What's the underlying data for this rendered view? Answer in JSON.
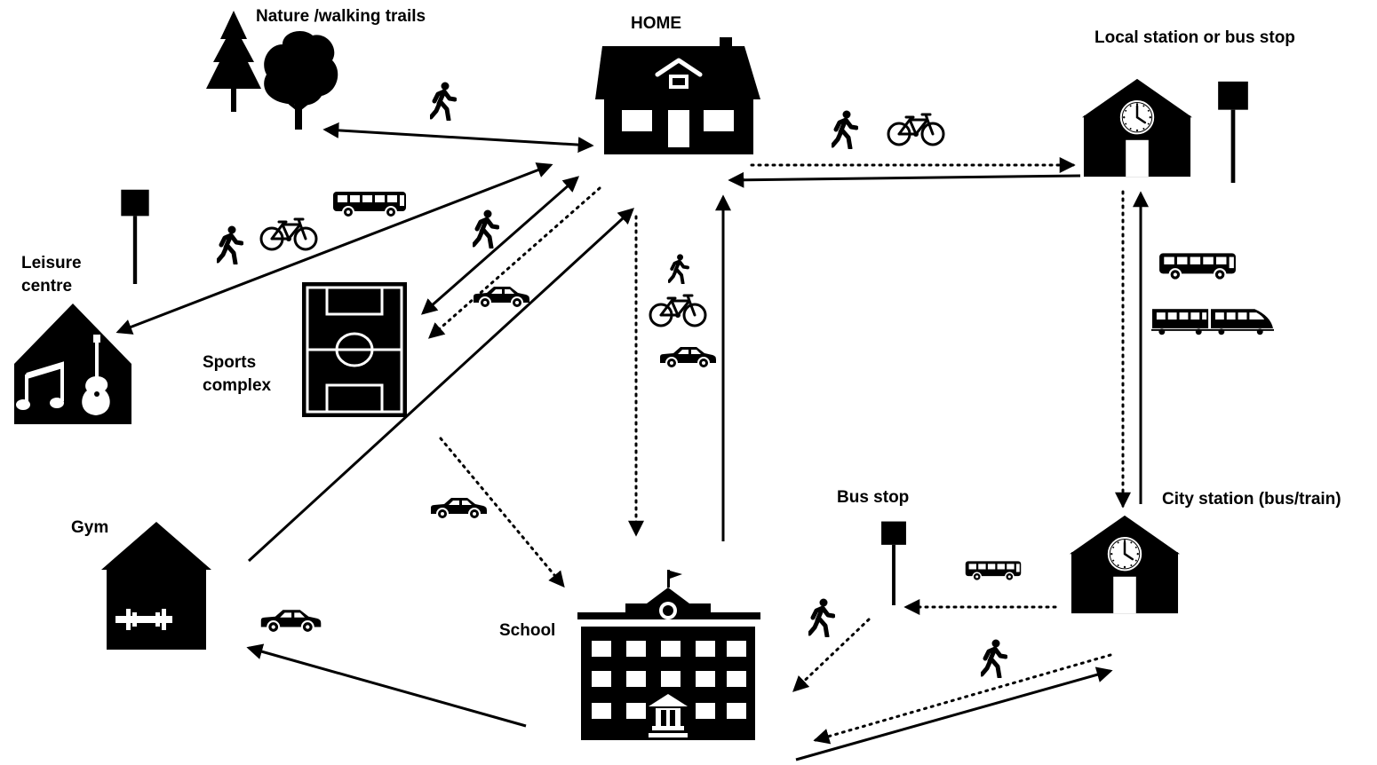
{
  "locations": {
    "home": "HOME",
    "nature": "Nature /walking trails",
    "local_station": "Local station or bus stop",
    "leisure_line1": "Leisure",
    "leisure_line2": "centre",
    "sports_line1": "Sports",
    "sports_line2": "complex",
    "gym": "Gym",
    "school": "School",
    "bus_stop": "Bus stop",
    "city_station": "City station (bus/train)"
  },
  "legend_icons": [
    "walker-icon",
    "bicycle-icon",
    "car-icon",
    "bus-icon",
    "train-icon"
  ],
  "colors": {
    "ink": "#000000",
    "background": "#ffffff"
  }
}
